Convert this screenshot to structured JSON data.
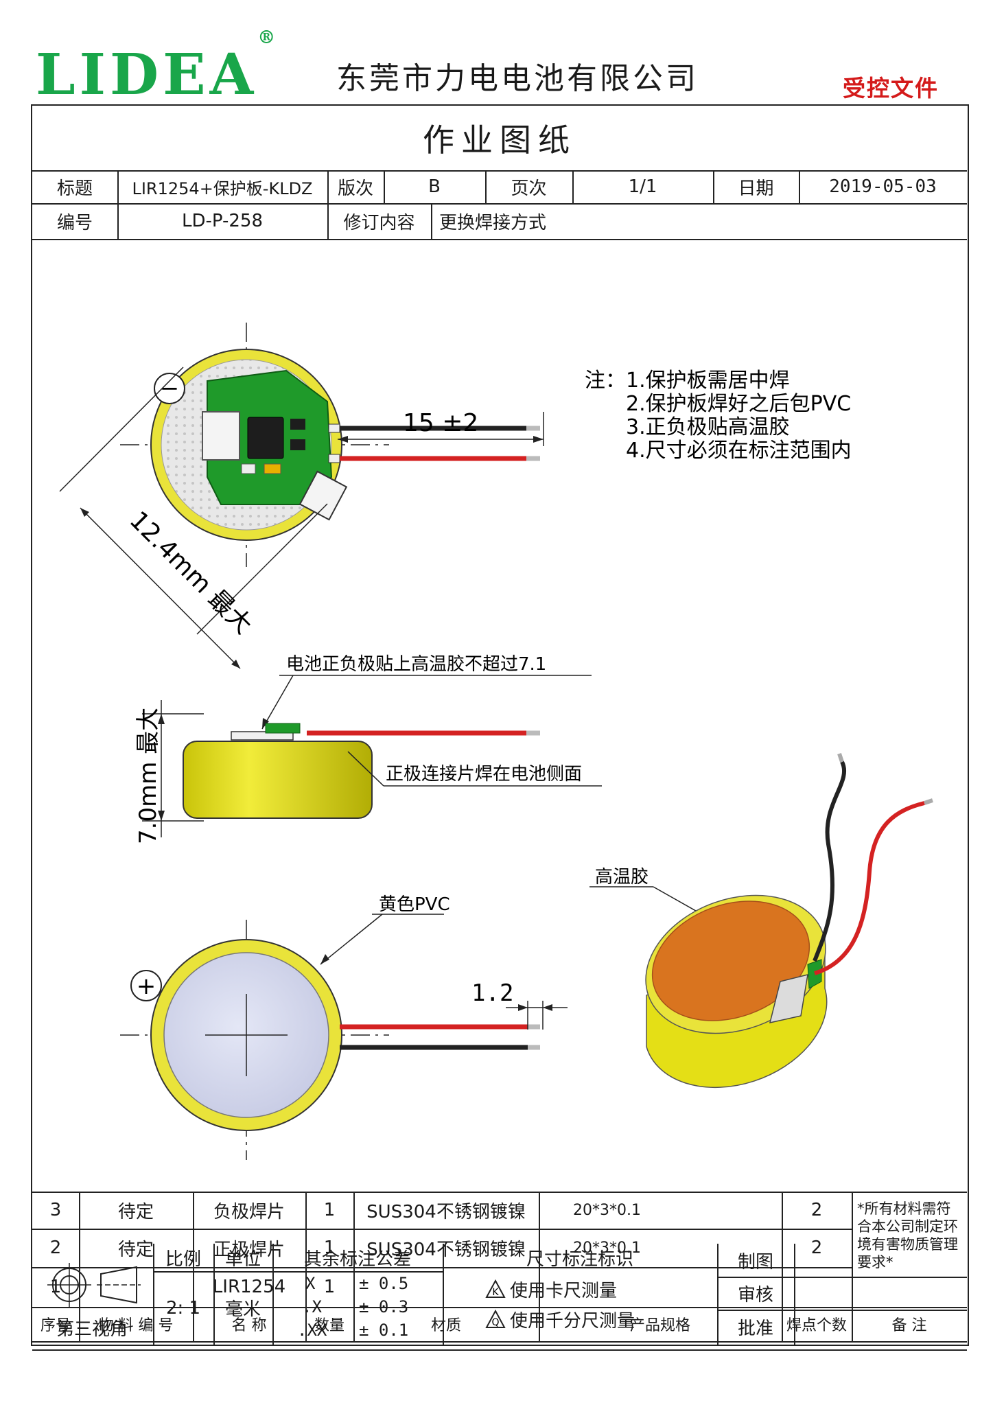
{
  "header": {
    "logo": "LIDEA",
    "logo_mark": "®",
    "company": "东莞市力电电池有限公司",
    "controlled": "受控文件"
  },
  "doc_title": "作业图纸",
  "info": {
    "title_label": "标题",
    "title_value": "LIR1254+保护板-KLDZ",
    "version_label": "版次",
    "version_value": "B",
    "page_label": "页次",
    "page_value": "1/1",
    "date_label": "日期",
    "date_value": "2019-05-03",
    "number_label": "编号",
    "number_value": "LD-P-258",
    "revision_label": "修订内容",
    "revision_value": "更换焊接方式"
  },
  "notes": {
    "prefix": "注：",
    "items": [
      "1.保护板需居中焊",
      "2.保护板焊好之后包PVC",
      "3.正负极贴高温胶",
      "4.尺寸必须在标注范围内"
    ]
  },
  "drawing": {
    "minus_symbol": "−",
    "plus_symbol": "+",
    "dim_wire": "15 ±2",
    "dim_diameter": "12.4mm 最大",
    "dim_height": "7.0mm 最大",
    "dim_tab": "1.2",
    "callout_tape_limit": "电池正负极贴上高温胶不超过7.1",
    "callout_positive_tab": "正极连接片焊在电池侧面",
    "callout_pvc": "黄色PVC",
    "callout_high_temp_tape": "高温胶"
  },
  "colors": {
    "logo_green": "#19a64a",
    "controlled_red": "#d41a1a",
    "pvc_yellow": "#e4df16",
    "pcb_green": "#1f9a2a",
    "tape_orange": "#d9741f",
    "wire_red": "#d42222",
    "wire_black": "#222222",
    "cell_face": "#d8dcf0"
  },
  "bom": {
    "rows": [
      {
        "no": "3",
        "code": "待定",
        "name": "负极焊片",
        "qty": "1",
        "material": "SUS304不锈钢镀镍",
        "spec": "20*3*0.1",
        "points": "2"
      },
      {
        "no": "2",
        "code": "待定",
        "name": "正极焊片",
        "qty": "1",
        "material": "SUS304不锈钢镀镍",
        "spec": "20*3*0.1",
        "points": "2"
      },
      {
        "no": "1",
        "code": "",
        "name": "LIR1254",
        "qty": "1",
        "material": "",
        "spec": "",
        "points": ""
      }
    ],
    "remark": "*所有材料需符合本公司制定环境有害物质管理要求*",
    "headers": [
      "序号",
      "物 料 编 号",
      "名 称",
      "数量",
      "材质",
      "产品规格",
      "焊点个数",
      "备 注"
    ]
  },
  "footer": {
    "projection": "第三视角",
    "scale_label": "比例",
    "scale_value": "2: 1",
    "unit_label": "单位",
    "unit_value": "毫米",
    "tolerance_label": "其余标注公差",
    "tolerances": [
      {
        "key": "X",
        "value": "± 0.5"
      },
      {
        "key": ".X",
        "value": "± 0.3"
      },
      {
        "key": ".XX",
        "value": "± 0.1"
      }
    ],
    "dim_id_label": "尺寸标注标识",
    "dim_id_k_symbol": "K",
    "dim_id_k": "使用卡尺测量",
    "dim_id_q_symbol": "Q",
    "dim_id_q": "使用千分尺测量",
    "drawn_label": "制图",
    "check_label": "审核",
    "approve_label": "批准"
  }
}
